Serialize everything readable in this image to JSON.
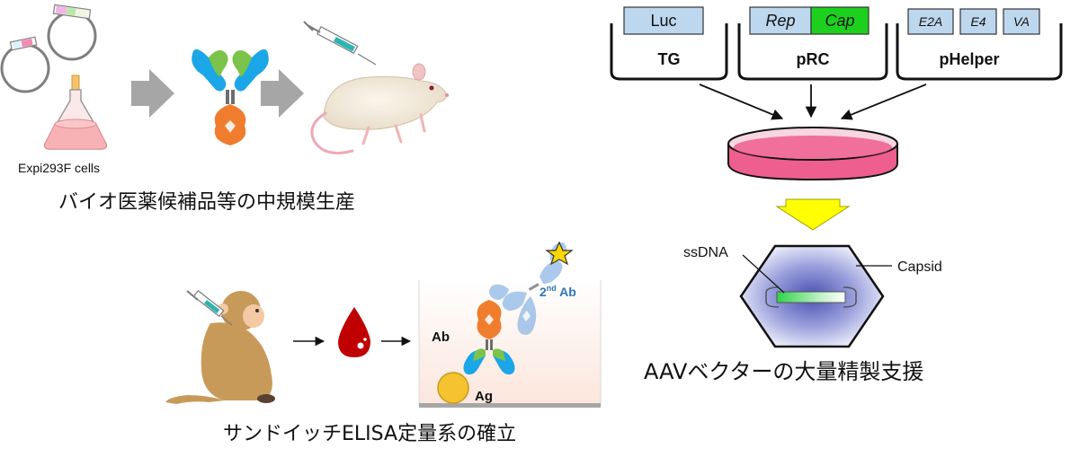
{
  "antibody_panel": {
    "cells_label": "Expi293F cells",
    "caption": "バイオ医薬候補品等の中規模生産"
  },
  "elisa_panel": {
    "ab_label": "Ab",
    "second_ab_prefix": "2",
    "second_ab_superscript": "nd",
    "second_ab_suffix": " Ab",
    "ag_label": "Ag",
    "caption": "サンドイッチELISA定量系の確立"
  },
  "aav_panel": {
    "plasmids": [
      {
        "name": "TG",
        "genes": [
          "Luc"
        ]
      },
      {
        "name": "pRC",
        "genes": [
          "Rep",
          "Cap"
        ]
      },
      {
        "name": "pHelper",
        "genes": [
          "E2A",
          "E4",
          "VA"
        ]
      }
    ],
    "ssdna_label": "ssDNA",
    "capsid_label": "Capsid",
    "caption": "AAVベクターの大量精製支援"
  },
  "colors": {
    "gene_box": "#bdd7ee",
    "cap_box": "#1ed01e",
    "dish_medium": "#ee5e8e",
    "down_arrow": "#ffff00",
    "second_ab_text": "#2e75b6",
    "gray_arrow": "#a6a6a6"
  }
}
